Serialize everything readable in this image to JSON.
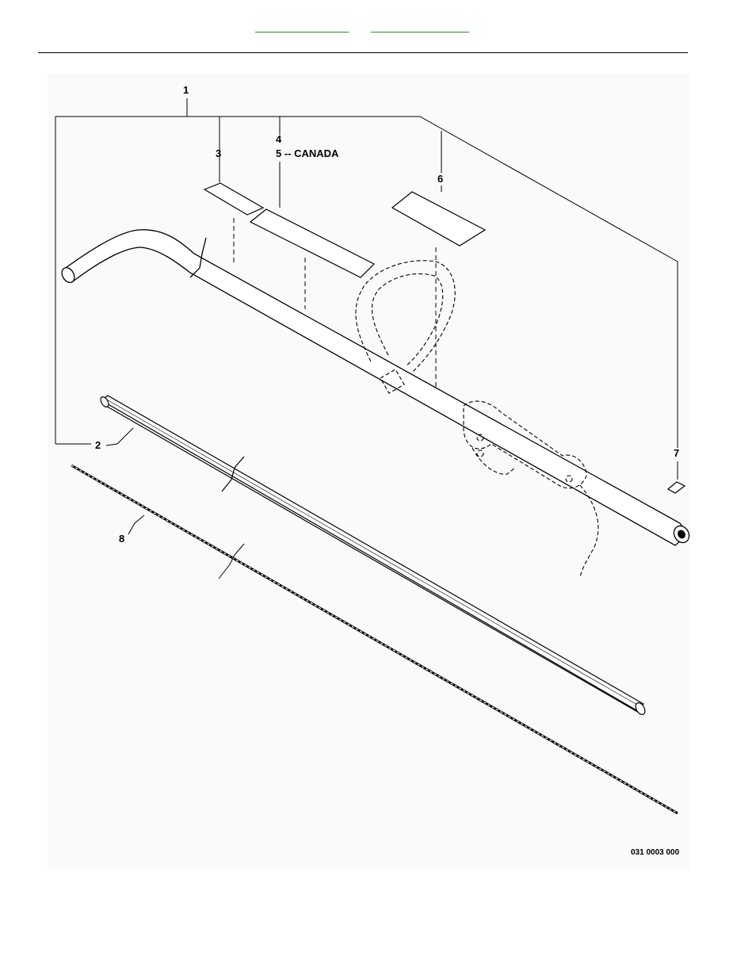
{
  "nav": {
    "link_1": "",
    "link_2": ""
  },
  "callouts": {
    "c1": "1",
    "c2": "2",
    "c3": "3",
    "c4": "4",
    "c5": "5 -- CANADA",
    "c6": "6",
    "c7": "7",
    "c8": "8"
  },
  "figure_number": "031 0003 000",
  "colors": {
    "link": "#1a9a1a",
    "line": "#000000",
    "panel": "#fafafa"
  }
}
